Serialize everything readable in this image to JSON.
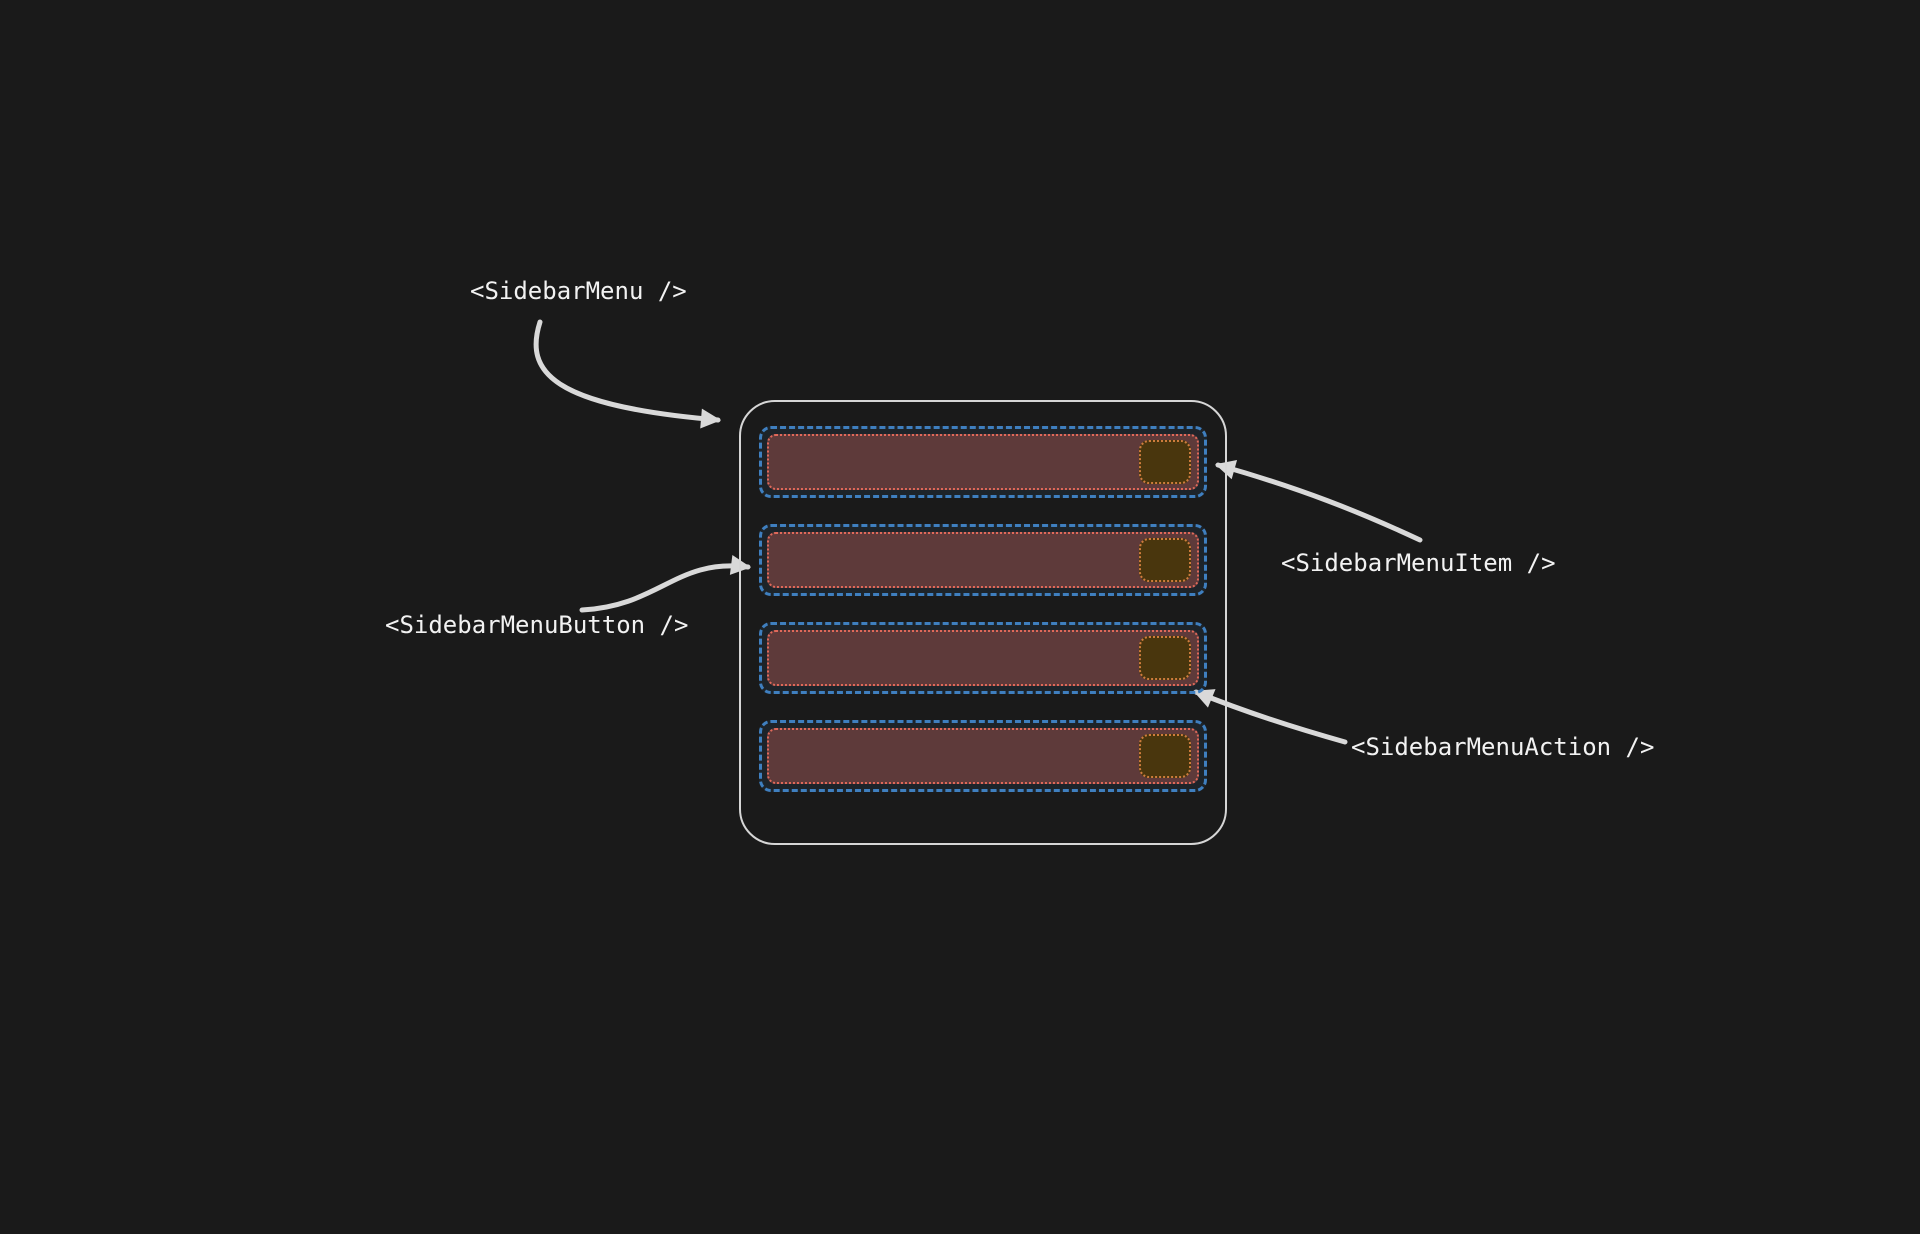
{
  "labels": {
    "sidebar_menu": "<SidebarMenu />",
    "sidebar_menu_item": "<SidebarMenuItem />",
    "sidebar_menu_button": "<SidebarMenuButton />",
    "sidebar_menu_action": "<SidebarMenuAction />"
  },
  "menu": {
    "item_count": 4
  },
  "colors": {
    "bg": "#1a1a1a",
    "container_stroke": "#d6d6d6",
    "item_border": "#3f7fbf",
    "item_fill": "rgba(63,127,191,0.10)",
    "button_border": "#e0695a",
    "button_fill": "#5e3a3a",
    "action_border": "#cd7c3c",
    "action_fill": "#49360d",
    "arrow": "#d9d9d9",
    "label_text": "#f2f2f2"
  }
}
